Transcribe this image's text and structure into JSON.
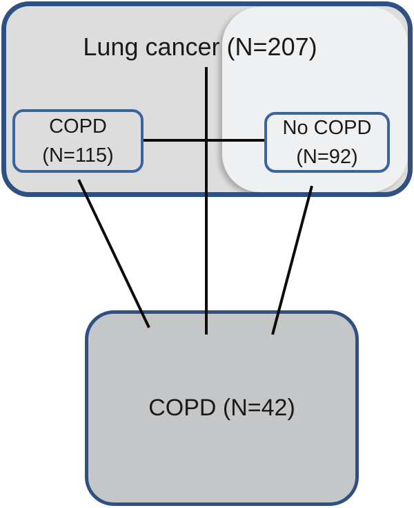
{
  "colors": {
    "page_bg": "#FFFFFF",
    "outer_border": "#2E5082",
    "inner_border": "#3A64A0",
    "top_box_fill": "#DDDDDE",
    "light_region_fill": "#EFF0F1",
    "bottom_box_fill": "#C5C6C7",
    "line": "#0C0C0C",
    "text": "#1A1A1A"
  },
  "nodes": {
    "lung_cancer": {
      "label": "Lung cancer (N=207)",
      "n": 207
    },
    "copd_subgroup": {
      "lines": [
        "COPD",
        "(N=115)"
      ],
      "n": 115
    },
    "no_copd_subgroup": {
      "lines": [
        "No COPD",
        "(N=92)"
      ],
      "n": 92
    },
    "copd_cohort": {
      "label": "COPD (N=42)",
      "n": 42
    }
  },
  "connectors": [
    {
      "name": "center-line",
      "from": "lung_cancer",
      "to": "copd_cohort"
    },
    {
      "name": "split-line",
      "from": "copd_subgroup",
      "to": "no_copd_subgroup"
    },
    {
      "name": "left-diagonal",
      "from": "copd_subgroup",
      "to": "copd_cohort"
    },
    {
      "name": "right-diagonal",
      "from": "no_copd_subgroup",
      "to": "copd_cohort"
    }
  ]
}
